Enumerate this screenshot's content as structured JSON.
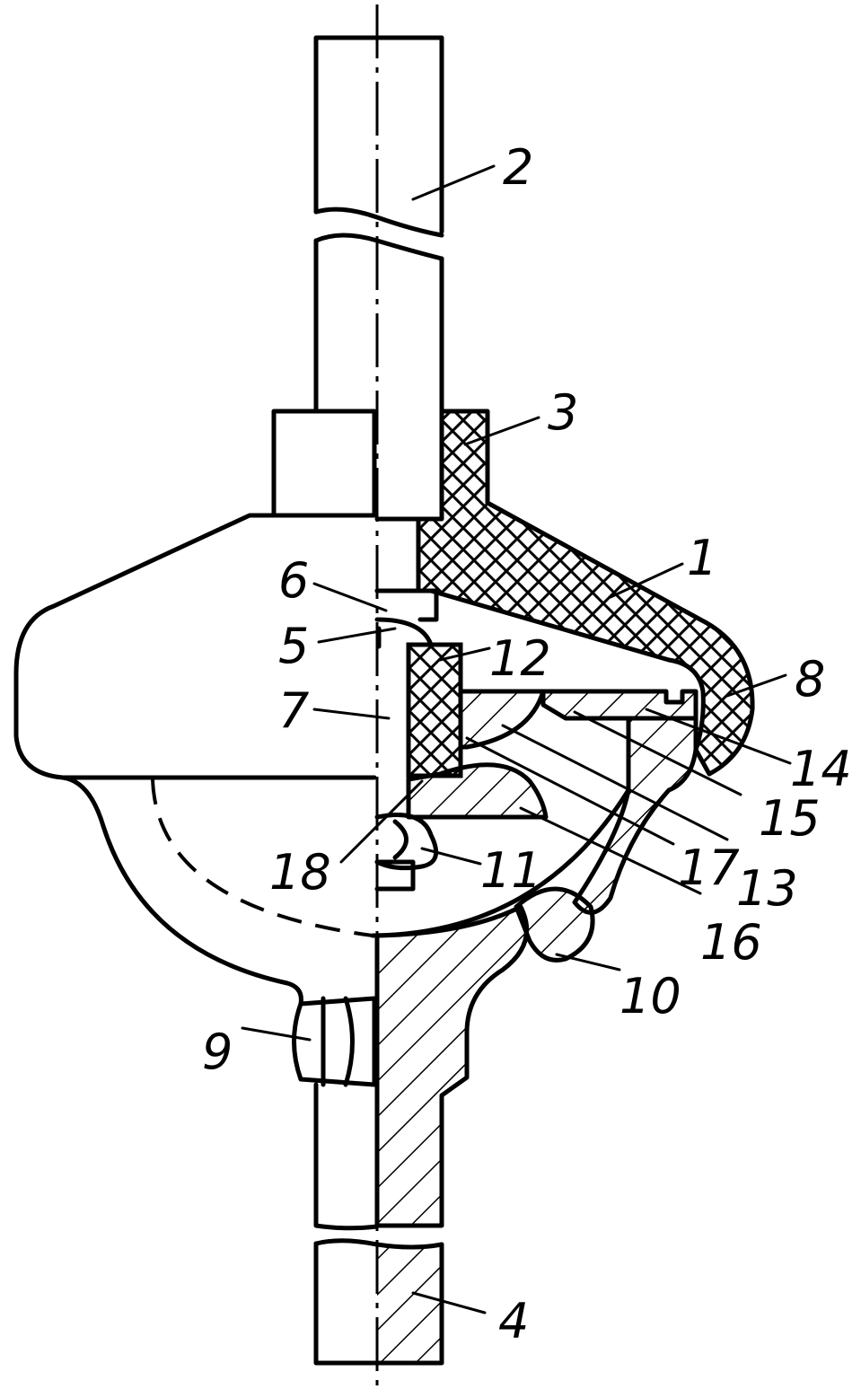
{
  "figure": {
    "background": "#ffffff",
    "ink": "#000000"
  },
  "labels": {
    "l1": "1",
    "l2": "2",
    "l3": "3",
    "l4": "4",
    "l5": "5",
    "l6": "6",
    "l7": "7",
    "l8": "8",
    "l9": "9",
    "l10": "10",
    "l11": "11",
    "l12": "12",
    "l13": "13",
    "l14": "14",
    "l15": "15",
    "l16": "16",
    "l17": "17",
    "l18": "18"
  }
}
